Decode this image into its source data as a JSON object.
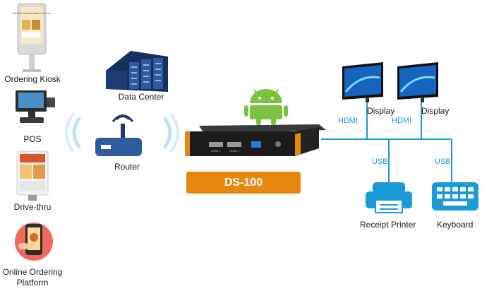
{
  "left_devices": [
    {
      "label": "Ordering Kiosk"
    },
    {
      "label": "POS"
    },
    {
      "label": "Drive-thru"
    },
    {
      "label": "Online Ordering\nPlatform"
    }
  ],
  "data_center": {
    "label": "Data Center"
  },
  "router": {
    "label": "Router"
  },
  "player": {
    "badge": "DS-100",
    "port_labels": [
      "HDMI 1",
      "HDMI 2"
    ]
  },
  "kiosk_screen_text": "Meal Recommendation for You",
  "displays": [
    {
      "label": "Display"
    },
    {
      "label": "Display"
    }
  ],
  "peripherals": [
    {
      "label": "Receipt Printer"
    },
    {
      "label": "Keyboard"
    }
  ],
  "connections": {
    "hdmi_left": "HDMI",
    "hdmi_right": "HDMI",
    "usb_left": "USB",
    "usb_right": "USB"
  },
  "colors": {
    "accent_orange": "#e8870f",
    "line_blue": "#1a9bd7",
    "dark_navy": "#1f3b73",
    "android_green": "#7cc242"
  }
}
